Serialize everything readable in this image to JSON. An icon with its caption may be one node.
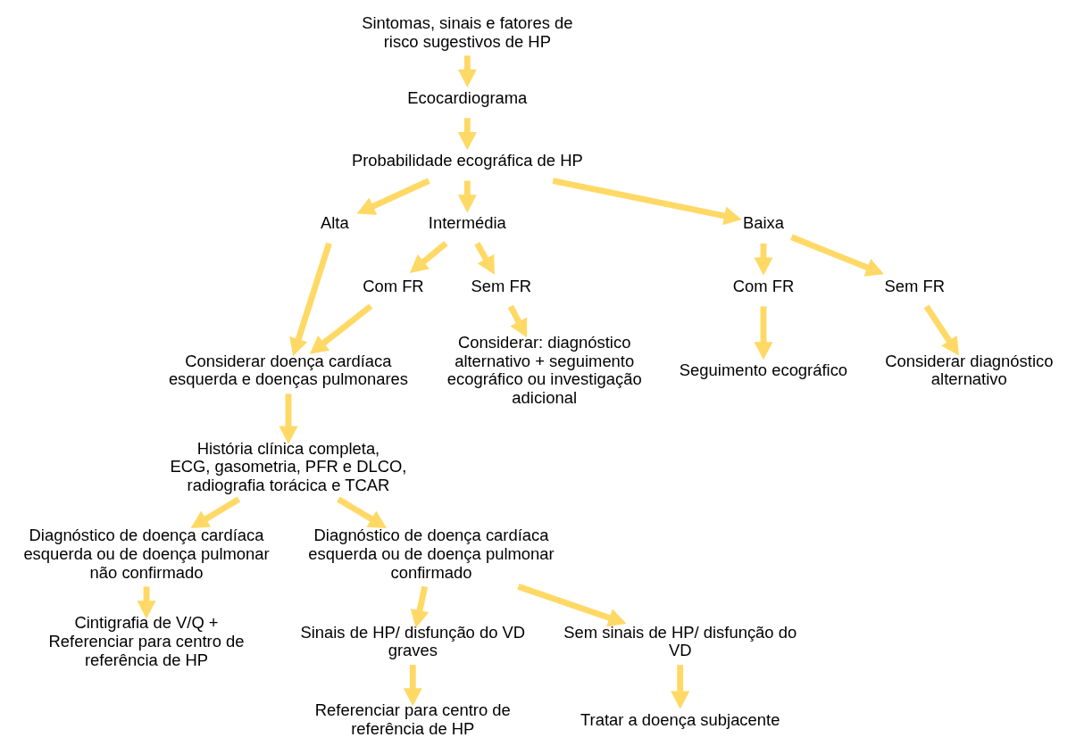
{
  "diagram": {
    "nodes": [
      {
        "text": [
          "Sintomas, sinais e fatores de risco sugestivos de HP"
        ]
      },
      {
        "text": [
          "Ecocardiograma"
        ]
      },
      {
        "text": [
          "Probabilidade ecográfica de HP"
        ]
      },
      {
        "text": [
          "Alta"
        ]
      },
      {
        "text": [
          "Intermédia"
        ]
      },
      {
        "text": [
          "Baixa"
        ]
      },
      {
        "text": [
          "Considerar doença cardíaca esquerda e doenças pulmonares"
        ]
      },
      {
        "text": [
          "Com FR"
        ]
      },
      {
        "text": [
          "Sem FR"
        ]
      },
      {
        "text": [
          "Com FR"
        ]
      },
      {
        "text": [
          "Sem FR"
        ]
      },
      {
        "text": [
          "Considerar: diagnóstico alternativo + seguimento ecográfico ou investigação adicional"
        ]
      },
      {
        "text": [
          "Seguimento ecográfico"
        ]
      },
      {
        "text": [
          "Considerar diagnóstico alternativo"
        ]
      },
      {
        "text": [
          "História clínica completa, ECG, gasometria, PFR e DLCO, radiografia torácica e TCAR"
        ]
      },
      {
        "text": [
          "Diagnóstico de doença cardíaca esquerda ou de doença pulmonar não confirmado"
        ]
      },
      {
        "text": [
          "Diagnóstico de doença cardíaca esquerda ou de doença pulmonar confirmado"
        ]
      },
      {
        "text": [
          "Sinais de HP/ disfunção do VD graves"
        ]
      },
      {
        "text": [
          "Sem sinais de HP/ disfunção do VD"
        ]
      },
      {
        "text": [
          "Cintigrafia de V/Q + Referenciar para centro de referência de HP"
        ]
      },
      {
        "text": [
          "Referenciar para centro de referência de HP"
        ]
      },
      {
        "text": [
          "Tratar a doença subjacente"
        ]
      }
    ],
    "edges": [
      {
        "from": 0,
        "to": 1,
        "arrow": "to"
      },
      {
        "from": 1,
        "to": 2,
        "arrow": "to"
      },
      {
        "from": 2,
        "to": 3,
        "arrow": "to"
      },
      {
        "from": 2,
        "to": 4,
        "arrow": "to"
      },
      {
        "from": 2,
        "to": 5,
        "arrow": "to"
      },
      {
        "from": 3,
        "to": 6,
        "arrow": "to"
      },
      {
        "from": 4,
        "to": 7,
        "arrow": "to"
      },
      {
        "from": 4,
        "to": 8,
        "arrow": "to"
      },
      {
        "from": 5,
        "to": 9,
        "arrow": "to"
      },
      {
        "from": 5,
        "to": 10,
        "arrow": "to"
      },
      {
        "from": 7,
        "to": 6,
        "arrow": "to"
      },
      {
        "from": 8,
        "to": 11,
        "arrow": "to"
      },
      {
        "from": 9,
        "to": 12,
        "arrow": "to"
      },
      {
        "from": 10,
        "to": 13,
        "arrow": "to"
      },
      {
        "from": 6,
        "to": 14,
        "arrow": "to"
      },
      {
        "from": 14,
        "to": 15,
        "arrow": "to"
      },
      {
        "from": 14,
        "to": 16,
        "arrow": "to"
      },
      {
        "from": 16,
        "to": 17,
        "arrow": "to"
      },
      {
        "from": 16,
        "to": 18,
        "arrow": "to"
      },
      {
        "from": 15,
        "to": 19,
        "arrow": "to"
      },
      {
        "from": 17,
        "to": 20,
        "arrow": "to"
      },
      {
        "from": 18,
        "to": 21,
        "arrow": "to"
      }
    ]
  }
}
